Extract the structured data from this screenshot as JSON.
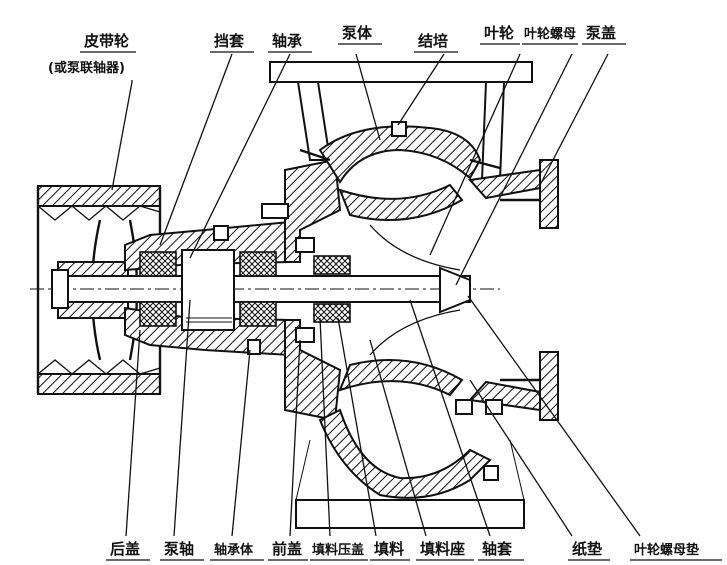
{
  "labels": {
    "belt_pulley": "皮带轮",
    "belt_pulley_alt": "(或泵联轴器)",
    "retaining_sleeve": "挡套",
    "bearing": "轴承",
    "pump_body": "泵体",
    "pump_mouth_ring": "结培",
    "impeller": "叶轮",
    "impeller_nut": "叶轮螺母",
    "pump_cover": "泵盖",
    "rear_cover": "后盖",
    "pump_shaft": "泵轴",
    "bearing_housing": "轴承体",
    "front_cover": "前盖",
    "packing_gland": "填料压盖",
    "packing": "填料",
    "packing_seat": "填料座",
    "shaft_sleeve": "轴套",
    "paper_gasket": "纸垫",
    "impeller_nut_gasket": "叶轮螺母垫"
  }
}
